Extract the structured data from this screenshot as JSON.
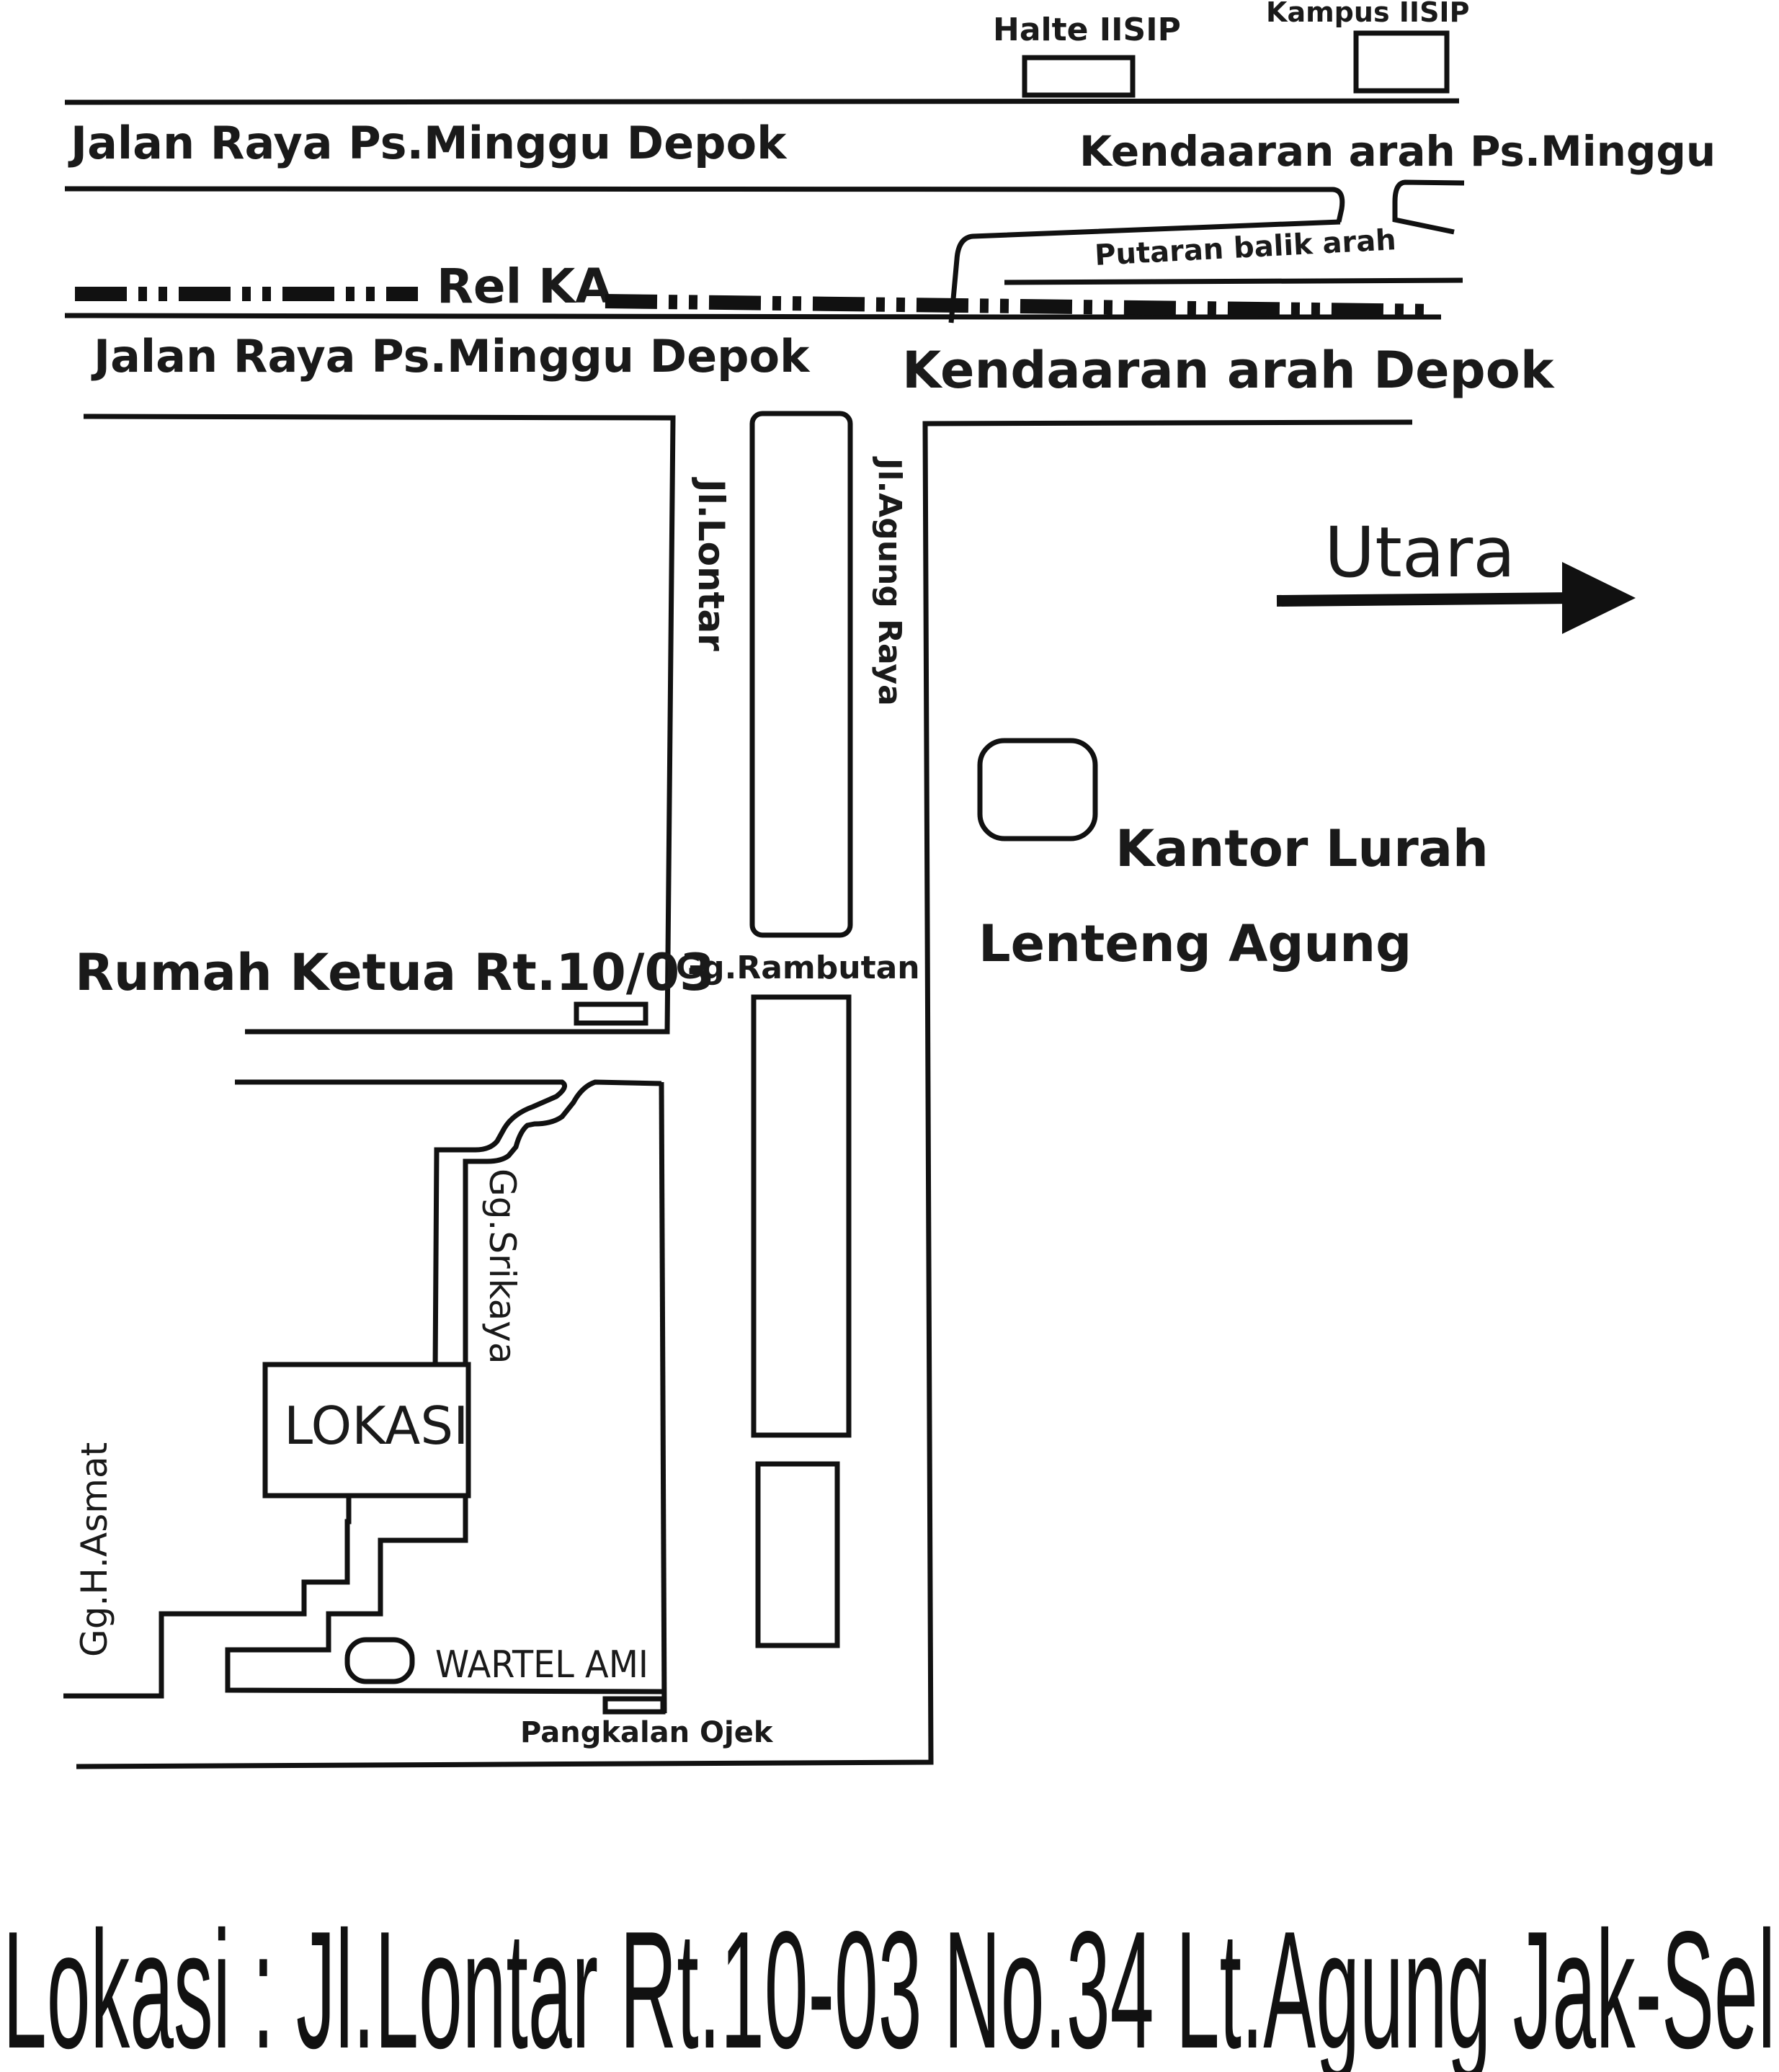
{
  "labels": {
    "halte_iisip": "Halte IISIP",
    "kampus_iisip": "Kampus IISIP",
    "road_top": "Jalan Raya Ps.Minggu Depok",
    "dir_ps_minggu": "Kendaaran arah Ps.Minggu",
    "u_turn": "Putaran balik arah",
    "rail": "Rel KA",
    "road_bottom": "Jalan Raya Ps.Minggu Depok",
    "dir_depok": "Kendaaran arah Depok",
    "jl_lontar": "Jl.Lontar",
    "jl_agung_raya": "Jl.Agung Raya",
    "north": "Utara",
    "kantor_lurah_1": "Kantor Lurah",
    "kantor_lurah_2": "Lenteng Agung",
    "rumah_ketua": "Rumah Ketua Rt.10/03",
    "gg_rambutan": "Gg.Rambutan",
    "gg_srikaya": "Gg.Srikaya",
    "lokasi": "LOKASI",
    "gg_h_asmat": "Gg.H.Asmat",
    "wartel_ami": "WARTEL AMI",
    "pangkalan_ojek": "Pangkalan Ojek",
    "address": "Lokasi : Jl.Lontar Rt.10-03 No.34 Lt.Agung Jak-Sel"
  },
  "colors": {
    "ink": "#111111",
    "background": "#ffffff"
  },
  "icons": {
    "north_arrow": "arrow-right-icon"
  }
}
